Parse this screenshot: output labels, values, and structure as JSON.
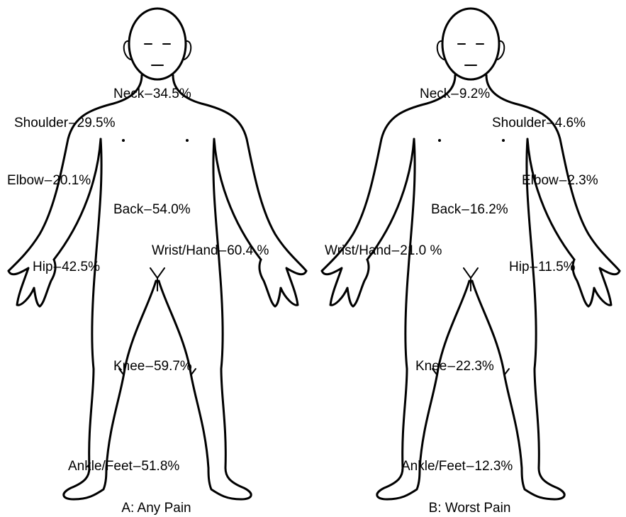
{
  "panels": [
    {
      "caption": "A: Any Pain",
      "sites": {
        "neck": {
          "label": "Neck",
          "value": "34.5%"
        },
        "shoulder": {
          "label": "Shoulder",
          "value": "29.5%"
        },
        "elbow": {
          "label": "Elbow",
          "value": "20.1%"
        },
        "back": {
          "label": "Back",
          "value": "54.0%"
        },
        "wrist": {
          "label": "Wrist/Hand",
          "value": "60.4 %"
        },
        "hip": {
          "label": "Hip",
          "value": "42.5%"
        },
        "knee": {
          "label": "Knee",
          "value": "59.7%"
        },
        "ankle": {
          "label": "Ankle/Feet",
          "value": "51.8%"
        }
      }
    },
    {
      "caption": "B: Worst Pain",
      "sites": {
        "neck": {
          "label": "Neck",
          "value": "9.2%"
        },
        "shoulder": {
          "label": "Shoulder",
          "value": "4.6%"
        },
        "elbow": {
          "label": "Elbow",
          "value": "2.3%"
        },
        "back": {
          "label": "Back",
          "value": "16.2%"
        },
        "wrist": {
          "label": "Wrist/Hand",
          "value": "21.0 %"
        },
        "hip": {
          "label": "Hip",
          "value": "11.5%"
        },
        "knee": {
          "label": "Knee",
          "value": "22.3%"
        },
        "ankle": {
          "label": "Ankle/Feet",
          "value": "12.3%"
        }
      }
    }
  ],
  "separator": "–"
}
